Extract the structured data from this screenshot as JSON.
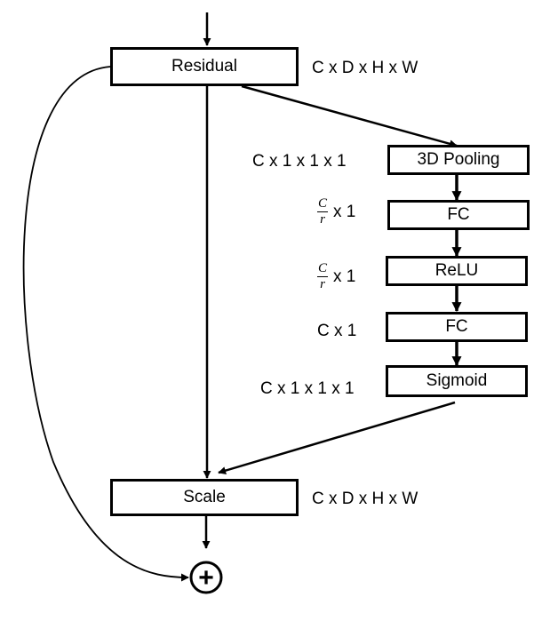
{
  "boxes": {
    "residual": "Residual",
    "pooling": "3D Pooling",
    "fc1": "FC",
    "relu": "ReLU",
    "fc2": "FC",
    "sigmoid": "Sigmoid",
    "scale": "Scale"
  },
  "dims": {
    "residual": "C x D x H x W",
    "pooling": "C x 1 x 1 x 1",
    "fc1_num": "C",
    "fc1_den": "r",
    "fc1_suffix": "x 1",
    "relu_num": "C",
    "relu_den": "r",
    "relu_suffix": "x 1",
    "fc2": "C x 1",
    "sigmoid": "C x 1 x 1 x 1",
    "scale": "C x D x H x W"
  },
  "sum_symbol": "+"
}
